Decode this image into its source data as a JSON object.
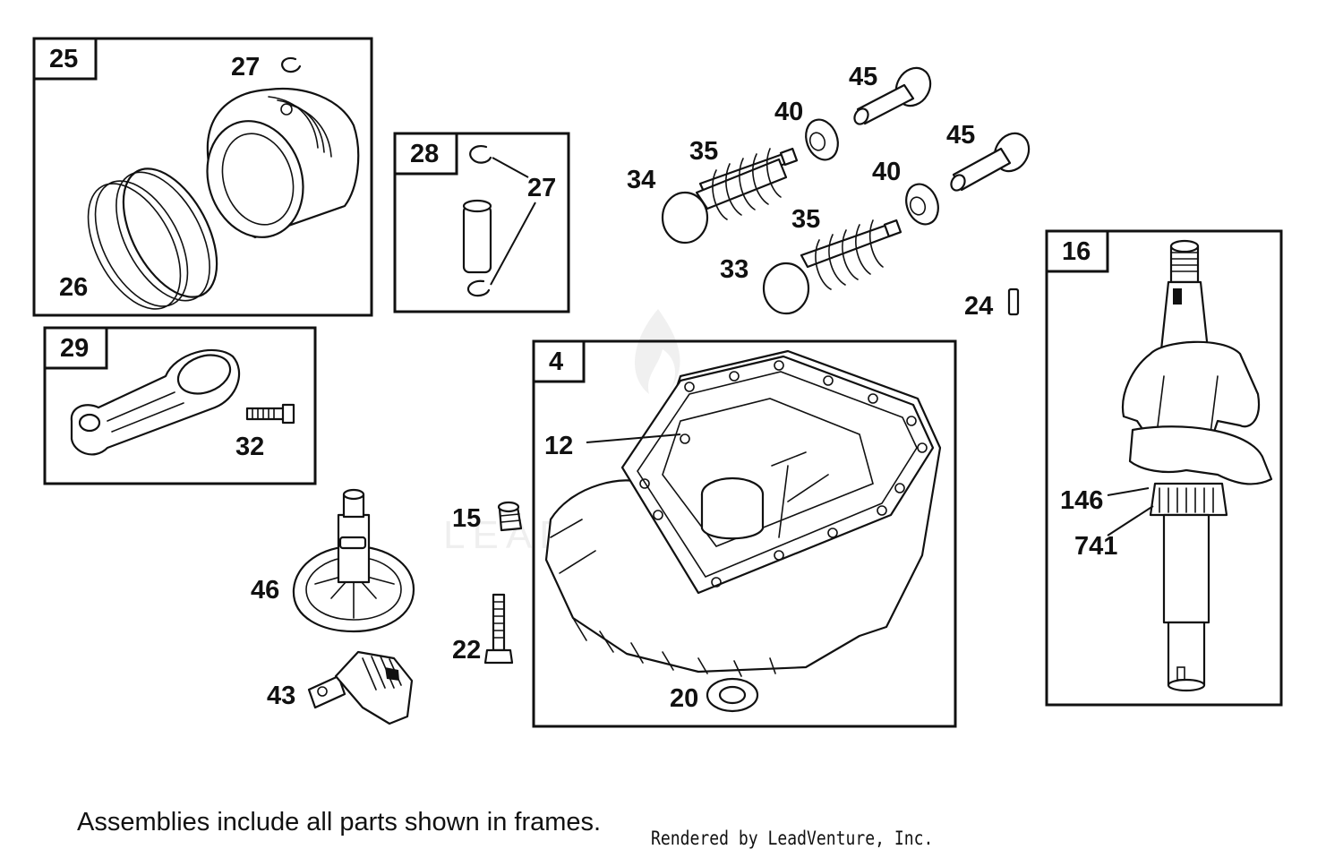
{
  "frames": {
    "piston": "25",
    "piston_pin": "28",
    "connecting_rod": "29",
    "sump": "4",
    "crankshaft": "16"
  },
  "callouts": {
    "retainer_top": "27",
    "piston_rings": "26",
    "pin_retainers": "27",
    "connecting_rod_screw": "32",
    "valve_intake": "34",
    "valve_exhaust": "33",
    "valve_spring_a": "35",
    "valve_spring_b": "35",
    "spring_retainer_a": "40",
    "spring_retainer_b": "40",
    "tappet_a": "45",
    "tappet_b": "45",
    "key": "24",
    "gasket": "12",
    "plug": "15",
    "sump_screw": "22",
    "oil_seal": "20",
    "camshaft": "46",
    "governor": "43",
    "crank_key": "146",
    "crank_gear": "741"
  },
  "footer": {
    "note": "Assemblies include all parts shown in frames.",
    "credit": "Rendered by LeadVenture, Inc."
  },
  "watermark": "LEADVENTURE"
}
